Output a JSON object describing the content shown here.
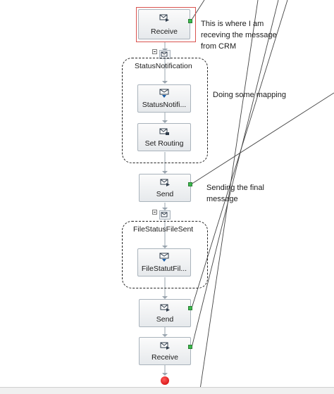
{
  "shapes": {
    "receive_top": "Receive",
    "status_notification": "StatusNotifi...",
    "set_routing": "Set Routing",
    "send_first": "Send",
    "file_status": "FileStatutFil...",
    "send_second": "Send",
    "receive_bottom": "Receive"
  },
  "groups": {
    "status_notification": "StatusNotification",
    "file_status_sent": "FileStatusFileSent"
  },
  "annotations": {
    "receive_note_line1": "This is where I am",
    "receive_note_line2": "receving the message",
    "receive_note_line3": "from CRM",
    "mapping_note": "Doing some mapping",
    "send_note_line1": "Sending the final",
    "send_note_line2": "message"
  },
  "colors": {
    "port": "#3cba4c",
    "end_marker": "#cc0000",
    "selection": "#d9534f"
  }
}
